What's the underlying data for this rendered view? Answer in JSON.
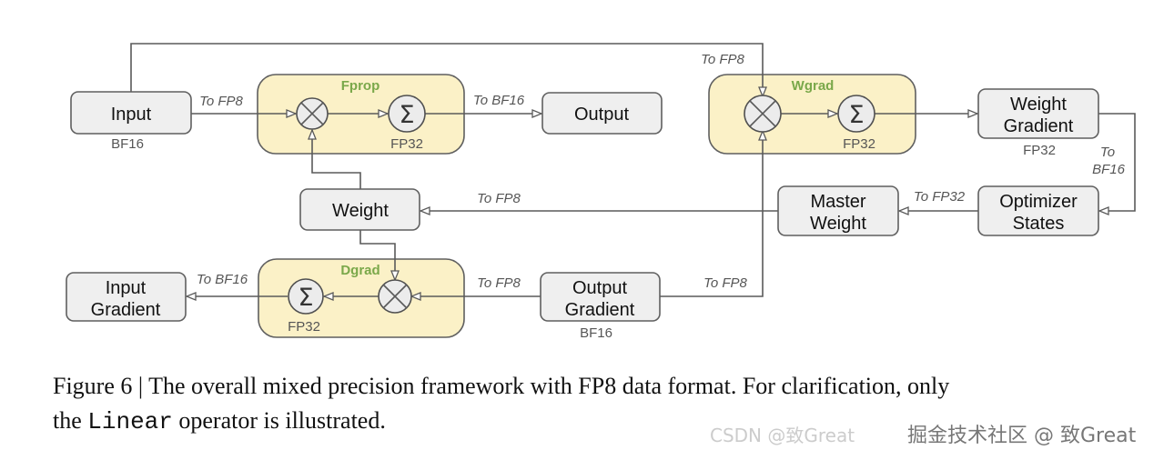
{
  "diagram": {
    "nodes": {
      "input": "Input",
      "input_dtype": "BF16",
      "output": "Output",
      "weight": "Weight",
      "weight_gradient_1": "Weight",
      "weight_gradient_2": "Gradient",
      "weight_gradient_dtype": "FP32",
      "optimizer_states_1": "Optimizer",
      "optimizer_states_2": "States",
      "master_weight_1": "Master",
      "master_weight_2": "Weight",
      "input_gradient_1": "Input",
      "input_gradient_2": "Gradient",
      "output_gradient_1": "Output",
      "output_gradient_2": "Gradient",
      "output_gradient_dtype": "BF16"
    },
    "groups": {
      "fprop": {
        "title": "Fprop",
        "accum_dtype": "FP32",
        "sigma": "Σ"
      },
      "wgrad": {
        "title": "Wgrad",
        "accum_dtype": "FP32",
        "sigma": "Σ"
      },
      "dgrad": {
        "title": "Dgrad",
        "accum_dtype": "FP32",
        "sigma": "Σ"
      }
    },
    "edges": {
      "input_to_fprop": "To FP8",
      "fprop_to_output": "To BF16",
      "input_to_wgrad": "To FP8",
      "wgrad_to_optimizer_1": "To",
      "wgrad_to_optimizer_2": "BF16",
      "optimizer_to_master": "To FP32",
      "master_to_weight": "To FP8",
      "dgrad_to_input_gradient": "To BF16",
      "output_gradient_to_dgrad": "To FP8",
      "output_gradient_to_wgrad": "To FP8"
    },
    "colors": {
      "group_fill": "#fbf1c7",
      "group_title": "#7aa84a",
      "box_fill": "#efefef"
    }
  },
  "caption": {
    "line1": "Figure 6 | The overall mixed precision framework with FP8 data format. For clarification, only",
    "line2_pre": "the ",
    "line2_code": "Linear",
    "line2_post": " operator is illustrated."
  },
  "watermark": {
    "primary": "掘金技术社区 @ 致Great",
    "secondary": "CSDN @致Great"
  }
}
